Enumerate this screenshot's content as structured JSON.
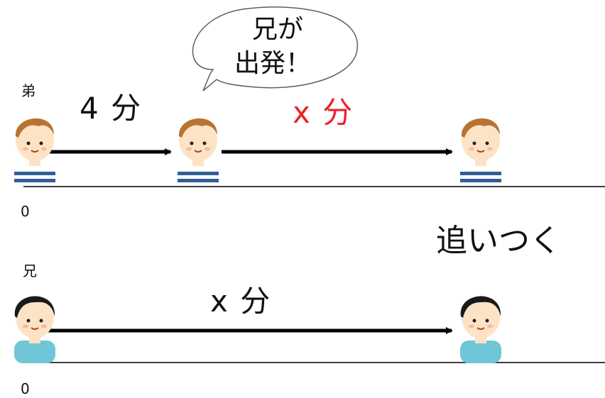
{
  "top_row": {
    "person_label": "弟",
    "segment1_label": "4 分",
    "segment2_label": "x 分",
    "origin_label": "0",
    "speech_bubble": {
      "line1": "兄が",
      "line2": "出発！"
    }
  },
  "bottom_row": {
    "person_label": "兄",
    "segment_label": "x 分",
    "origin_label": "0",
    "catch_up_label": "追いつく"
  },
  "colors": {
    "arrow": "#000000",
    "highlight_text": "#e8242a",
    "younger_hair": "#b87333",
    "younger_shirt_stripe": "#2f5f96",
    "older_hair": "#1a1a1a",
    "older_shirt": "#6ec6d6",
    "skin": "#fde3c6"
  }
}
